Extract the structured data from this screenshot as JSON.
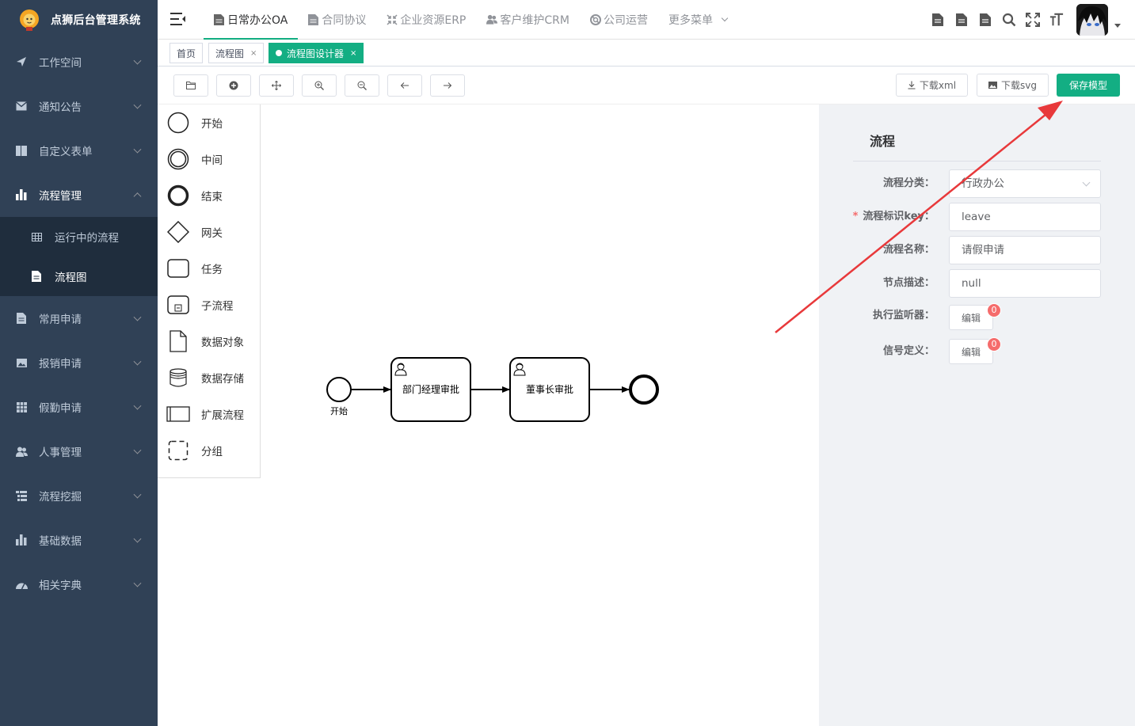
{
  "app": {
    "title": "点狮后台管理系统"
  },
  "sidebar": {
    "items": [
      {
        "label": "工作空间",
        "icon": "paper-plane-icon"
      },
      {
        "label": "通知公告",
        "icon": "envelope-icon"
      },
      {
        "label": "自定义表单",
        "icon": "book-icon"
      },
      {
        "label": "流程管理",
        "icon": "bar-chart-icon",
        "expanded": true
      },
      {
        "label": "常用申请",
        "icon": "document-icon"
      },
      {
        "label": "报销申请",
        "icon": "image-icon"
      },
      {
        "label": "假勤申请",
        "icon": "grid-icon"
      },
      {
        "label": "人事管理",
        "icon": "users-icon"
      },
      {
        "label": "流程挖掘",
        "icon": "list-tree-icon"
      },
      {
        "label": "基础数据",
        "icon": "bar-chart-icon"
      },
      {
        "label": "相关字典",
        "icon": "dashboard-icon"
      }
    ],
    "sub_items": [
      {
        "label": "运行中的流程",
        "icon": "table-icon"
      },
      {
        "label": "流程图",
        "icon": "document-icon",
        "active": true
      }
    ]
  },
  "topnav": {
    "items": [
      {
        "label": "日常办公OA",
        "icon": "document-icon",
        "active": true
      },
      {
        "label": "合同协议",
        "icon": "contract-icon"
      },
      {
        "label": "企业资源ERP",
        "icon": "compress-icon"
      },
      {
        "label": "客户维护CRM",
        "icon": "users-icon"
      },
      {
        "label": "公司运营",
        "icon": "support-icon"
      },
      {
        "label": "更多菜单",
        "icon": ""
      }
    ]
  },
  "tags": [
    {
      "label": "首页"
    },
    {
      "label": "流程图",
      "close": "×"
    },
    {
      "label": "流程图设计器",
      "close": "×",
      "active": true
    }
  ],
  "toolbar": {
    "download_xml": "下载xml",
    "download_svg": "下载svg",
    "save": "保存模型"
  },
  "palette": [
    {
      "label": "开始",
      "shape": "start-event"
    },
    {
      "label": "中间",
      "shape": "intermediate-event"
    },
    {
      "label": "结束",
      "shape": "end-event"
    },
    {
      "label": "网关",
      "shape": "gateway"
    },
    {
      "label": "任务",
      "shape": "task"
    },
    {
      "label": "子流程",
      "shape": "subprocess"
    },
    {
      "label": "数据对象",
      "shape": "data-object"
    },
    {
      "label": "数据存储",
      "shape": "data-store"
    },
    {
      "label": "扩展流程",
      "shape": "pool"
    },
    {
      "label": "分组",
      "shape": "group"
    }
  ],
  "diagram": {
    "start_label": "开始",
    "task1_label": "部门经理审批",
    "task2_label": "董事长审批"
  },
  "properties": {
    "title": "流程",
    "fields": {
      "category_label": "流程分类：",
      "category_value": "行政办公",
      "key_label": "流程标识key：",
      "key_required": "*",
      "key_value": "leave",
      "name_label": "流程名称：",
      "name_value": "请假申请",
      "desc_label": "节点描述：",
      "desc_value": "null",
      "listener_label": "执行监听器：",
      "listener_button": "编辑",
      "listener_count": "0",
      "signal_label": "信号定义：",
      "signal_button": "编辑",
      "signal_count": "0"
    }
  },
  "colors": {
    "sidebar_bg": "#304156",
    "submenu_bg": "#1f2d3d",
    "accent": "#13ae83",
    "badge": "#f56c6c",
    "annotation_arrow": "#e8393b"
  }
}
